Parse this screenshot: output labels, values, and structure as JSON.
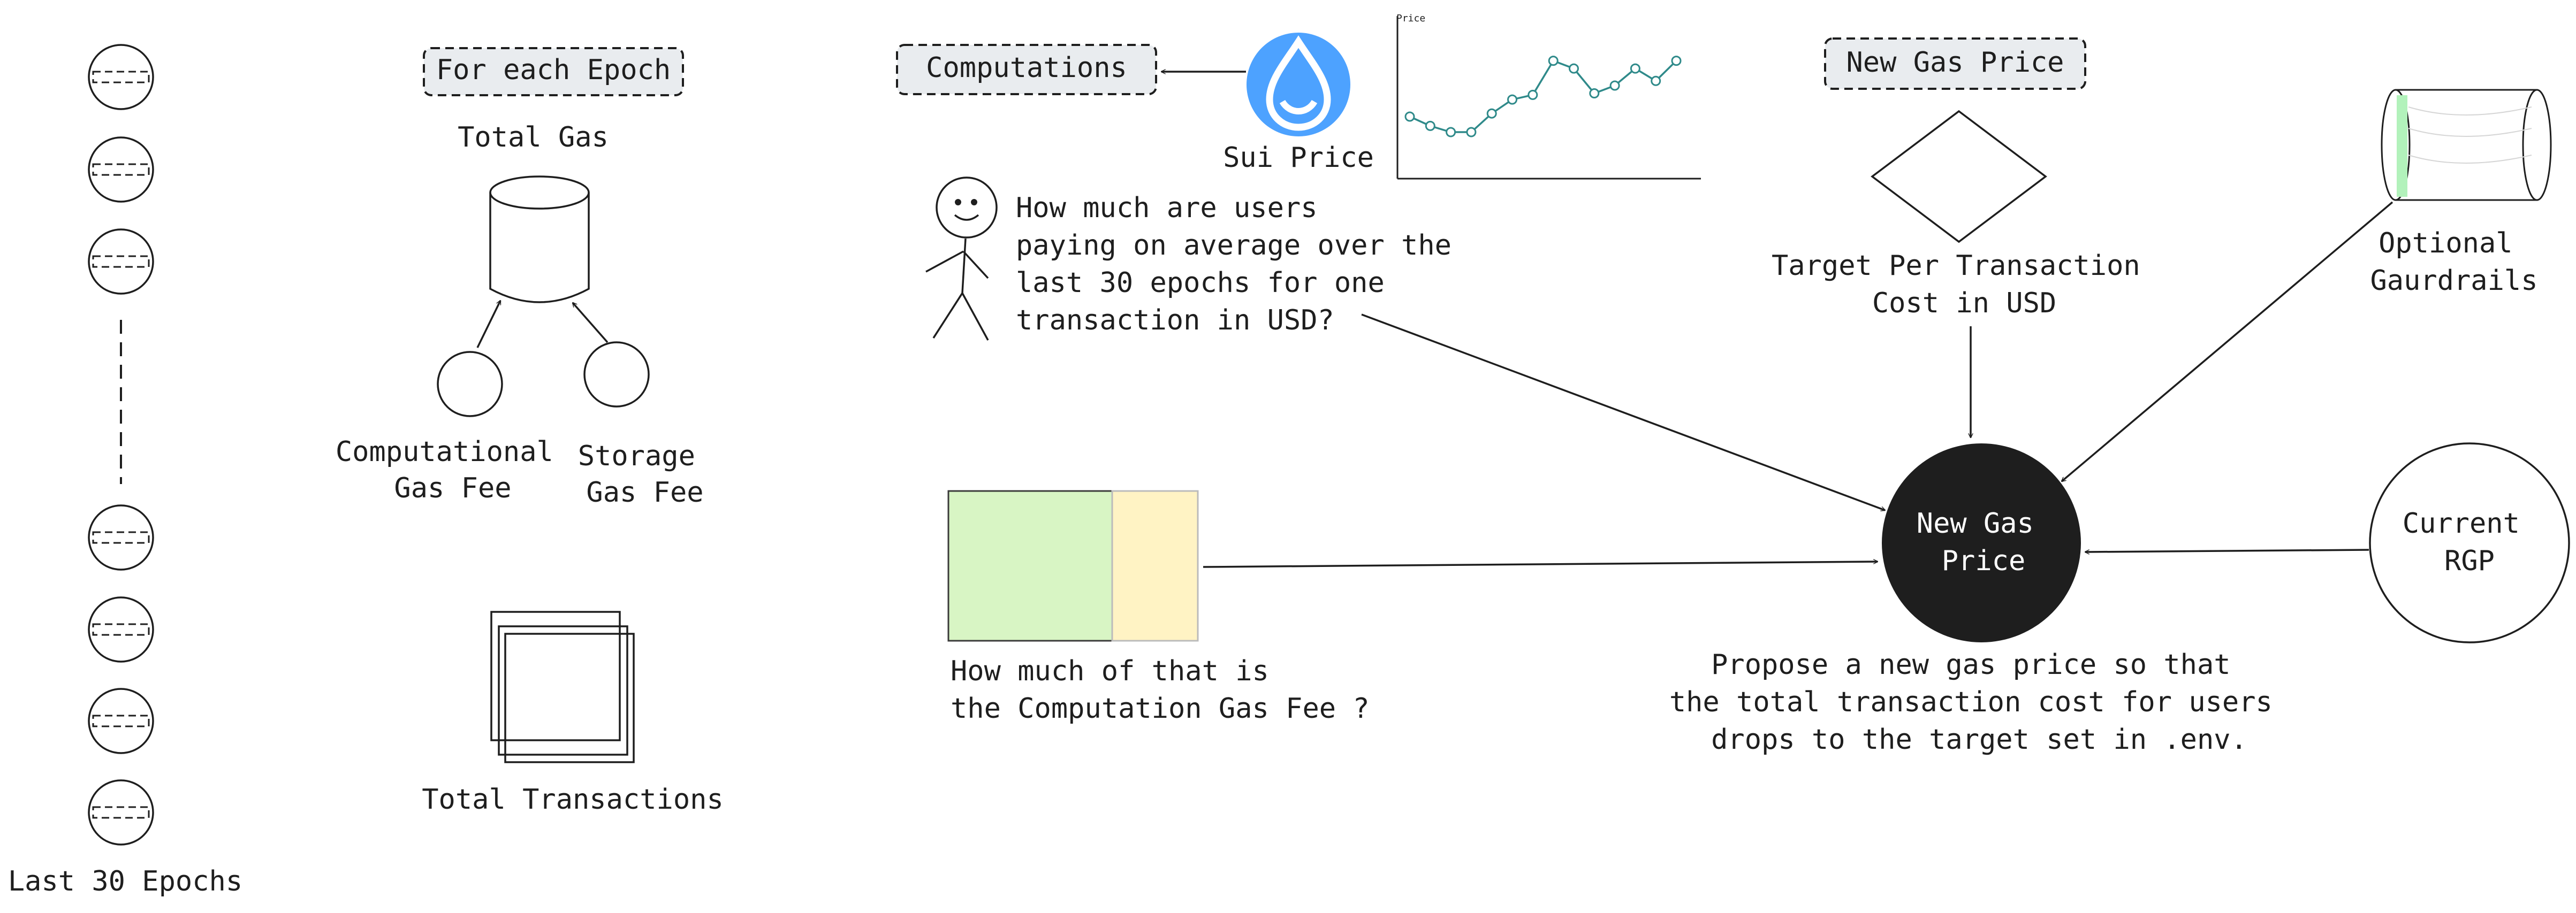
{
  "epochs": {
    "label": "Last 30 Epochs"
  },
  "per_epoch": {
    "tag": "For each Epoch",
    "total_gas": "Total Gas",
    "computational_fee": [
      "Computational",
      "Gas Fee"
    ],
    "storage_fee": [
      "Storage",
      "Gas Fee"
    ],
    "total_transactions": "Total Transactions"
  },
  "computations": {
    "tag": "Computations",
    "sui_price": "Sui Price",
    "chart_label": "Price",
    "question_avg": [
      "How much are users",
      "paying on average over the",
      "last 30 epochs for one",
      "transaction in USD?"
    ],
    "question_share": [
      "How much of that is",
      "the Computation Gas Fee ?"
    ]
  },
  "new_gas_price": {
    "tag": "New Gas Price",
    "target": [
      "Target Per Transaction",
      "Cost in USD"
    ],
    "optional": [
      "Optional",
      "Gaurdrails"
    ],
    "node": [
      "New Gas",
      "Price"
    ],
    "current": [
      "Current",
      "RGP"
    ],
    "proposal": [
      "Propose a new gas price so that",
      "the total transaction cost for users",
      "drops to the target set in .env."
    ]
  },
  "colors": {
    "epoch_fill": "#fbc2f0",
    "comp_fee_fill": "#b2f2bb",
    "storage_fee_fill": "#ffec99",
    "cylinder_fill": "#ced4da",
    "sui_blue": "#4da2ff",
    "diamond_fill": "#d0bfff",
    "current_fill": "#a5d8ff",
    "node_fill": "#1e1e1e",
    "tag_fill": "#e9ecef",
    "bar_green": "#d8f5c4",
    "bar_yellow": "#fff3c4",
    "chart_line": "#2f8a8a"
  },
  "chart_data": {
    "type": "line",
    "title": "Price",
    "xlabel": "",
    "ylabel": "",
    "x": [
      0,
      1,
      2,
      3,
      4,
      5,
      6,
      7,
      8,
      9,
      10,
      11,
      12,
      13
    ],
    "values": [
      4.0,
      3.4,
      3.0,
      3.0,
      4.2,
      5.1,
      5.4,
      7.6,
      7.1,
      5.5,
      6.0,
      7.1,
      6.3,
      7.6
    ],
    "ylim": [
      0,
      10
    ],
    "grid": false
  }
}
